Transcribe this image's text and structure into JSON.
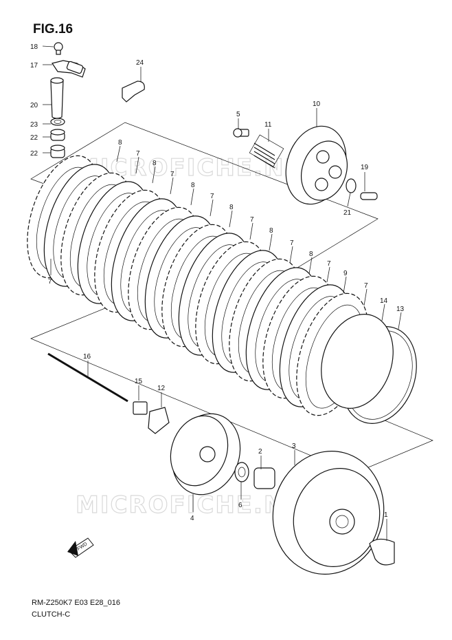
{
  "figure": {
    "title": "FIG.16",
    "code": "RM-Z250K7 E03 E28_016",
    "subtitle": "CLUTCH-C",
    "watermark": "MICROFICHE.NET",
    "fwd_label": "FWD"
  },
  "callouts": [
    {
      "id": "c18",
      "label": "18"
    },
    {
      "id": "c17",
      "label": "17"
    },
    {
      "id": "c20",
      "label": "20"
    },
    {
      "id": "c23",
      "label": "23"
    },
    {
      "id": "c22a",
      "label": "22"
    },
    {
      "id": "c22b",
      "label": "22"
    },
    {
      "id": "c24",
      "label": "24"
    },
    {
      "id": "c5",
      "label": "5"
    },
    {
      "id": "c10",
      "label": "10"
    },
    {
      "id": "c11",
      "label": "11"
    },
    {
      "id": "c19",
      "label": "19"
    },
    {
      "id": "c21",
      "label": "21"
    },
    {
      "id": "c8a",
      "label": "8"
    },
    {
      "id": "c7a",
      "label": "7"
    },
    {
      "id": "c8b",
      "label": "8"
    },
    {
      "id": "c7b",
      "label": "7"
    },
    {
      "id": "c8c",
      "label": "8"
    },
    {
      "id": "c7c",
      "label": "7"
    },
    {
      "id": "c8d",
      "label": "8"
    },
    {
      "id": "c7d",
      "label": "7"
    },
    {
      "id": "c8e",
      "label": "8"
    },
    {
      "id": "c7e",
      "label": "7"
    },
    {
      "id": "c8f",
      "label": "8"
    },
    {
      "id": "c7f",
      "label": "7"
    },
    {
      "id": "c7g",
      "label": "7"
    },
    {
      "id": "c9",
      "label": "9"
    },
    {
      "id": "c7h",
      "label": "7"
    },
    {
      "id": "c14",
      "label": "14"
    },
    {
      "id": "c13",
      "label": "13"
    },
    {
      "id": "c7i",
      "label": "7"
    },
    {
      "id": "c16",
      "label": "16"
    },
    {
      "id": "c15",
      "label": "15"
    },
    {
      "id": "c12",
      "label": "12"
    },
    {
      "id": "c3",
      "label": "3"
    },
    {
      "id": "c2",
      "label": "2"
    },
    {
      "id": "c6",
      "label": "6"
    },
    {
      "id": "c4",
      "label": "4"
    },
    {
      "id": "c1",
      "label": "1"
    }
  ]
}
